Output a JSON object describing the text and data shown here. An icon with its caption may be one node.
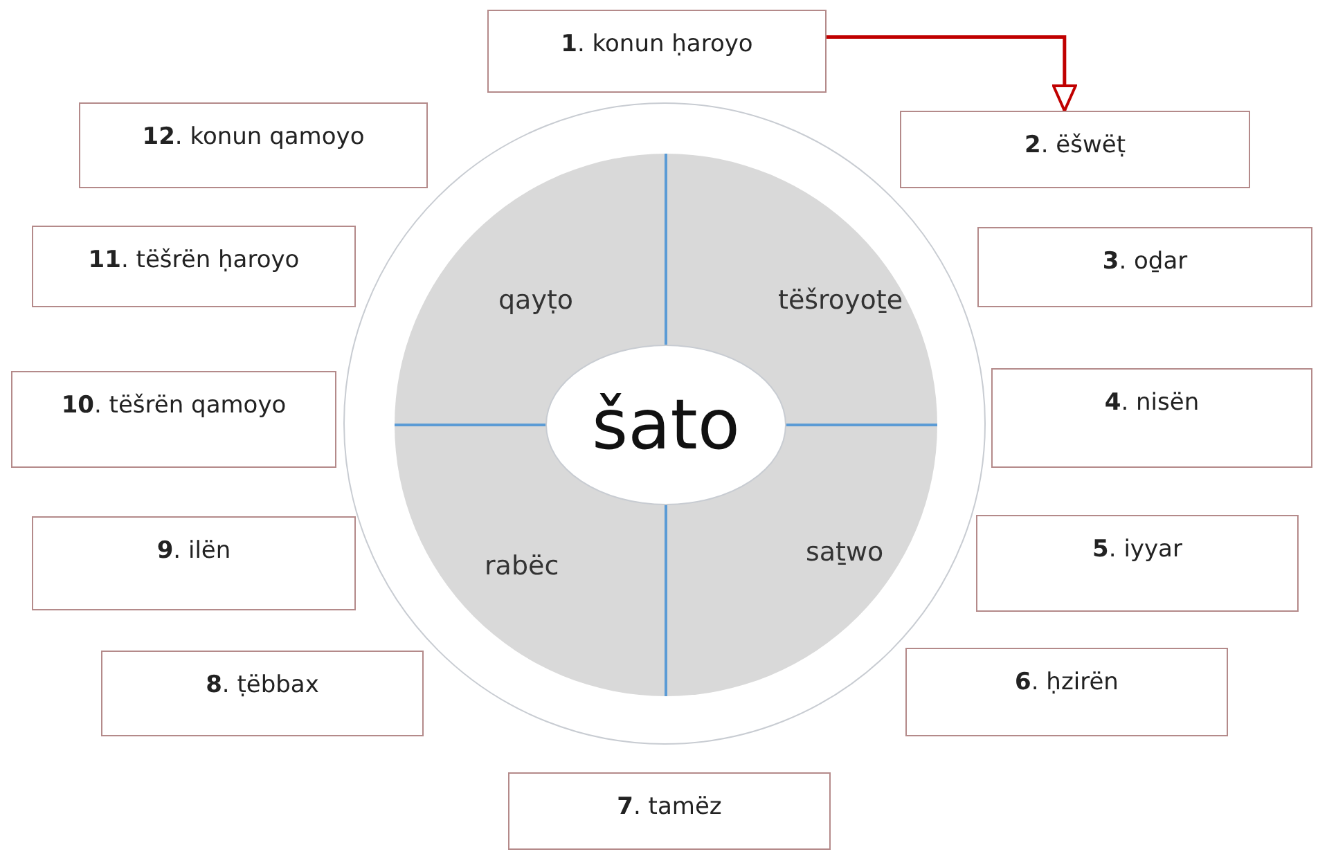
{
  "diagram": {
    "nodes": [
      {
        "text": [
          "**1**. konun ḥaroyo"
        ]
      },
      {
        "text": [
          "**2**. ëšwëṭ"
        ]
      },
      {
        "text": [
          "**3**. oḏar"
        ]
      },
      {
        "text": [
          "**4**. nisën"
        ]
      },
      {
        "text": [
          "**5**. iyyar"
        ]
      },
      {
        "text": [
          "**6**. ḥzirën"
        ]
      },
      {
        "text": [
          "**7**. tamëz"
        ]
      },
      {
        "text": [
          "**8**. ṭëbbax"
        ]
      },
      {
        "text": [
          "**9**. ilën"
        ]
      },
      {
        "text": [
          "**10**. tëšrën qamoyo"
        ]
      },
      {
        "text": [
          "**11**. tëšrën ḥaroyo"
        ]
      },
      {
        "text": [
          "**12**. konun qamoyo"
        ]
      },
      {
        "text": [],
        "shape": "circle"
      },
      {
        "text": [
          "qayṭo"
        ],
        "in": 12
      },
      {
        "text": [
          "tëšroyoṯe"
        ],
        "in": 12
      },
      {
        "text": [
          "šato"
        ],
        "in": 12
      },
      {
        "text": [
          "rabëc"
        ],
        "in": 12
      },
      {
        "text": [
          "saṯwo"
        ],
        "in": 12
      }
    ],
    "edges": [
      {
        "from": 0,
        "to": 1,
        "arrow": "to",
        "color": "#c00000"
      }
    ]
  }
}
